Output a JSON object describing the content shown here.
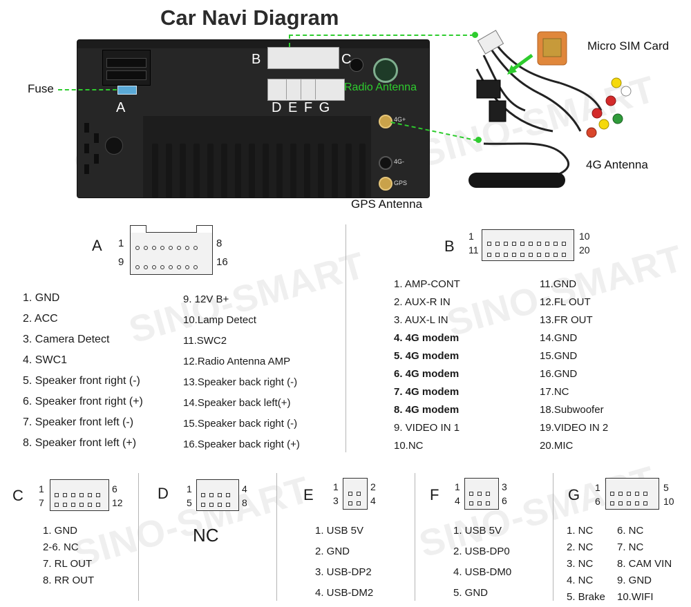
{
  "title": "Car Navi Diagram",
  "watermark": "SINO-SMART",
  "labels": {
    "fuse": "Fuse",
    "port_a": "A",
    "port_b": "B",
    "port_c": "C",
    "ports_defg": "D E F G",
    "radio_antenna": "Radio Antenna",
    "gps_antenna": "GPS Antenna",
    "micro_sim": "Micro SIM Card",
    "antenna_4g": "4G  Antenna",
    "unit_4g_plus": "4G+",
    "unit_4g_minus": "4G-",
    "unit_gps": "GPS"
  },
  "colors": {
    "accent_green": "#2ecc2e",
    "unit_body": "#262626",
    "sim_orange": "#e0873b"
  },
  "connector_a": {
    "label": "A",
    "pin_labels": [
      "1",
      "8",
      "9",
      "16"
    ],
    "pins_left": [
      "1. GND",
      "2. ACC",
      "3. Camera Detect",
      "4. SWC1",
      "5. Speaker front right (-)",
      "6. Speaker front right (+)",
      "7. Speaker front left (-)",
      "8. Speaker front left (+)"
    ],
    "pins_right": [
      "9.  12V B+",
      "10.Lamp Detect",
      "11.SWC2",
      "12.Radio Antenna AMP",
      "13.Speaker back right (-)",
      "14.Speaker back left(+)",
      "15.Speaker back right (-)",
      "16.Speaker back right (+)"
    ]
  },
  "connector_b": {
    "label": "B",
    "pin_labels": [
      "1",
      "10",
      "11",
      "20"
    ],
    "pins_left": [
      {
        "text": "1.  AMP-CONT",
        "bold": false
      },
      {
        "text": "2.  AUX-R IN",
        "bold": false
      },
      {
        "text": "3.  AUX-L IN",
        "bold": false
      },
      {
        "text": "4.  4G modem",
        "bold": true
      },
      {
        "text": "5.  4G modem",
        "bold": true
      },
      {
        "text": "6.  4G modem",
        "bold": true
      },
      {
        "text": "7.  4G modem",
        "bold": true
      },
      {
        "text": "8.  4G modem",
        "bold": true
      },
      {
        "text": "9.  VIDEO IN 1",
        "bold": false
      },
      {
        "text": "10.NC",
        "bold": false
      }
    ],
    "pins_right": [
      "11.GND",
      "12.FL OUT",
      "13.FR OUT",
      "14.GND",
      "15.GND",
      "16.GND",
      "17.NC",
      "18.Subwoofer",
      "19.VIDEO IN 2",
      "20.MIC"
    ]
  },
  "connector_c": {
    "label": "C",
    "pin_labels": [
      "1",
      "6",
      "7",
      "12"
    ],
    "pins": [
      "1. GND",
      "2-6. NC",
      "7. RL OUT",
      "8. RR OUT"
    ]
  },
  "connector_d": {
    "label": "D",
    "pin_labels": [
      "1",
      "4",
      "5",
      "8"
    ],
    "text": "NC"
  },
  "connector_e": {
    "label": "E",
    "pin_labels": [
      "1",
      "2",
      "3",
      "4"
    ],
    "pins": [
      "1. USB 5V",
      "2. GND",
      "3. USB-DP2",
      "4. USB-DM2"
    ]
  },
  "connector_f": {
    "label": "F",
    "pin_labels": [
      "1",
      "3",
      "4",
      "6"
    ],
    "pins": [
      "1. USB 5V",
      "2. USB-DP0",
      "4. USB-DM0",
      "5. GND"
    ]
  },
  "connector_g": {
    "label": "G",
    "pin_labels": [
      "1",
      "5",
      "6",
      "10"
    ],
    "pins_left": [
      "1. NC",
      "2. NC",
      "3. NC",
      "4. NC",
      "5. Brake"
    ],
    "pins_right": [
      "6.  NC",
      "7.  NC",
      "8.  CAM VIN",
      "9.  GND",
      "10.WIFI"
    ]
  }
}
